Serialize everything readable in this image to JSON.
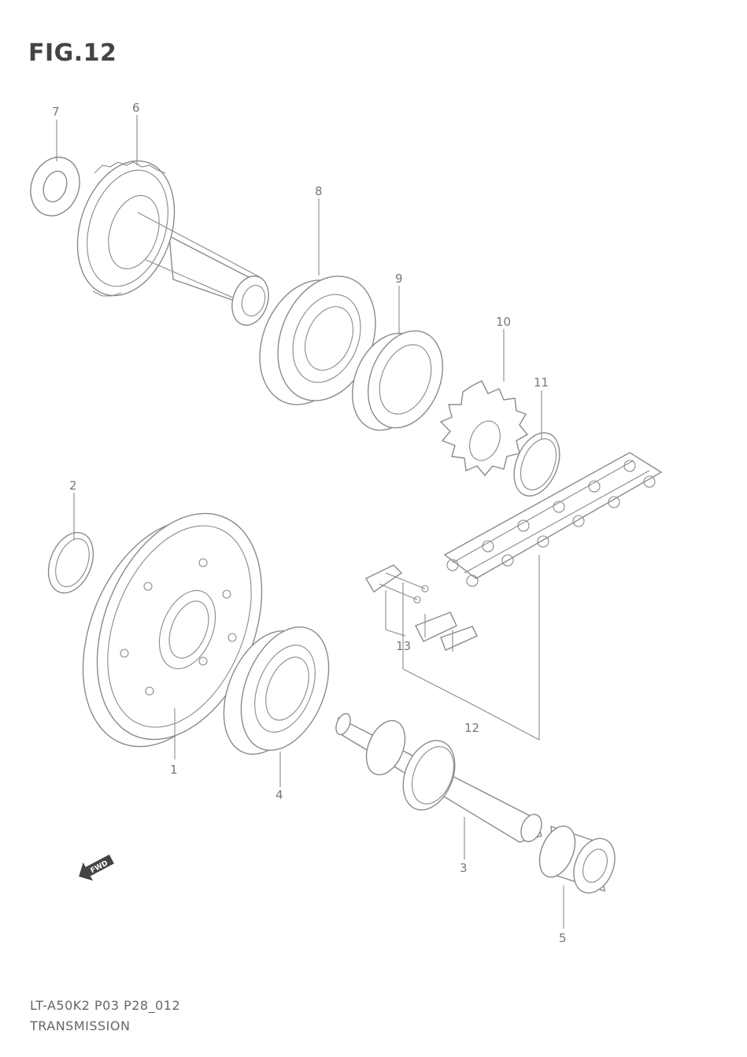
{
  "figure": {
    "title": "FIG.12",
    "model_code": "LT-A50K2 P03 P28_012",
    "caption": "TRANSMISSION"
  },
  "callouts": {
    "p1": "1",
    "p2": "2",
    "p3": "3",
    "p4": "4",
    "p5": "5",
    "p6": "6",
    "p7": "7",
    "p8": "8",
    "p9": "9",
    "p10": "10",
    "p11": "11",
    "p12": "12",
    "p13": "13"
  },
  "direction_arrow": {
    "label": "FWD"
  },
  "colors": {
    "line": "#8a8a8a",
    "text": "#555555",
    "background": "#ffffff"
  }
}
